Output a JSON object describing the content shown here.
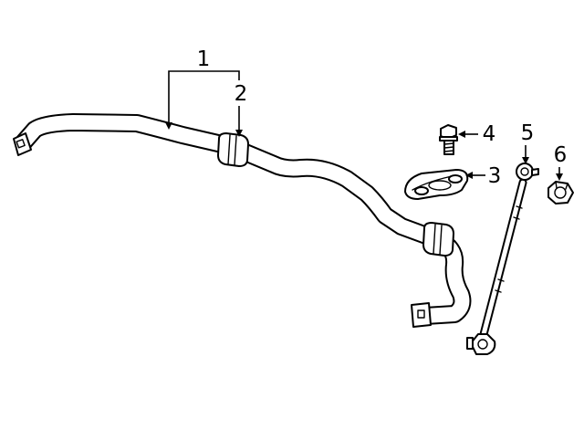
{
  "diagram": {
    "callouts": [
      {
        "id": "1",
        "label": "1"
      },
      {
        "id": "2",
        "label": "2"
      },
      {
        "id": "3",
        "label": "3"
      },
      {
        "id": "4",
        "label": "4"
      },
      {
        "id": "5",
        "label": "5"
      },
      {
        "id": "6",
        "label": "6"
      }
    ],
    "parts": [
      "stabilizer-bar",
      "bar-bushing",
      "bushing-bracket",
      "bracket-bolt",
      "stabilizer-link",
      "link-nut"
    ]
  },
  "colors": {
    "line": "#000000",
    "background": "#ffffff"
  }
}
